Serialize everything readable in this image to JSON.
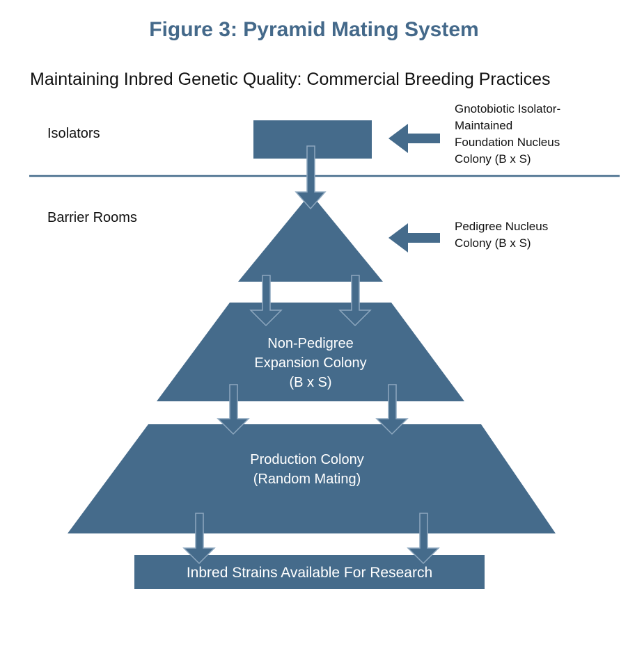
{
  "title": "Figure 3: Pyramid Mating System",
  "subtitle": "Maintaining Inbred Genetic Quality: Commercial Breeding Practices",
  "zones": {
    "isolators": "Isolators",
    "barrier_rooms": "Barrier Rooms"
  },
  "notes": {
    "foundation": [
      "Gnotobiotic Isolator-",
      "Maintained",
      "Foundation Nucleus",
      "Colony (B x S)"
    ],
    "pedigree": [
      "Pedigree Nucleus",
      "Colony (B x S)"
    ]
  },
  "tiers": {
    "expansion": [
      "Non-Pedigree",
      "Expansion Colony",
      "(B x S)"
    ],
    "production": [
      "Production Colony",
      "(Random Mating)"
    ],
    "output": "Inbred Strains Available For Research"
  },
  "colors": {
    "shape_fill": "#456b8b",
    "shape_stroke": "#7f9bb3",
    "title": "#44698a"
  }
}
